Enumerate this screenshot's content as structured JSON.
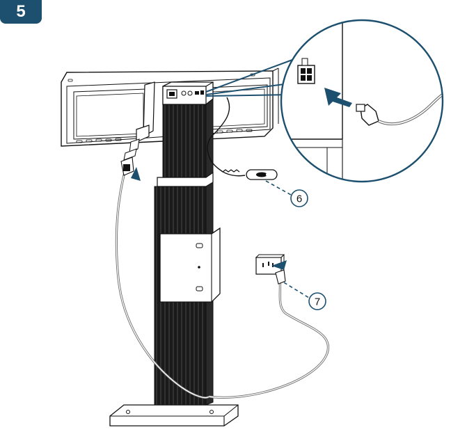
{
  "step": {
    "number": "5",
    "color": "#1d4f6e"
  },
  "callouts": [
    {
      "label": "6"
    },
    {
      "label": "7"
    }
  ],
  "colors": {
    "ink": "#111111",
    "arrow": "#1d4f6e",
    "cable": "#6a6a6a"
  },
  "icons": {
    "callout_arrow": "filled-arrow-icon",
    "zoom_circle": "magnify-detail-icon"
  }
}
